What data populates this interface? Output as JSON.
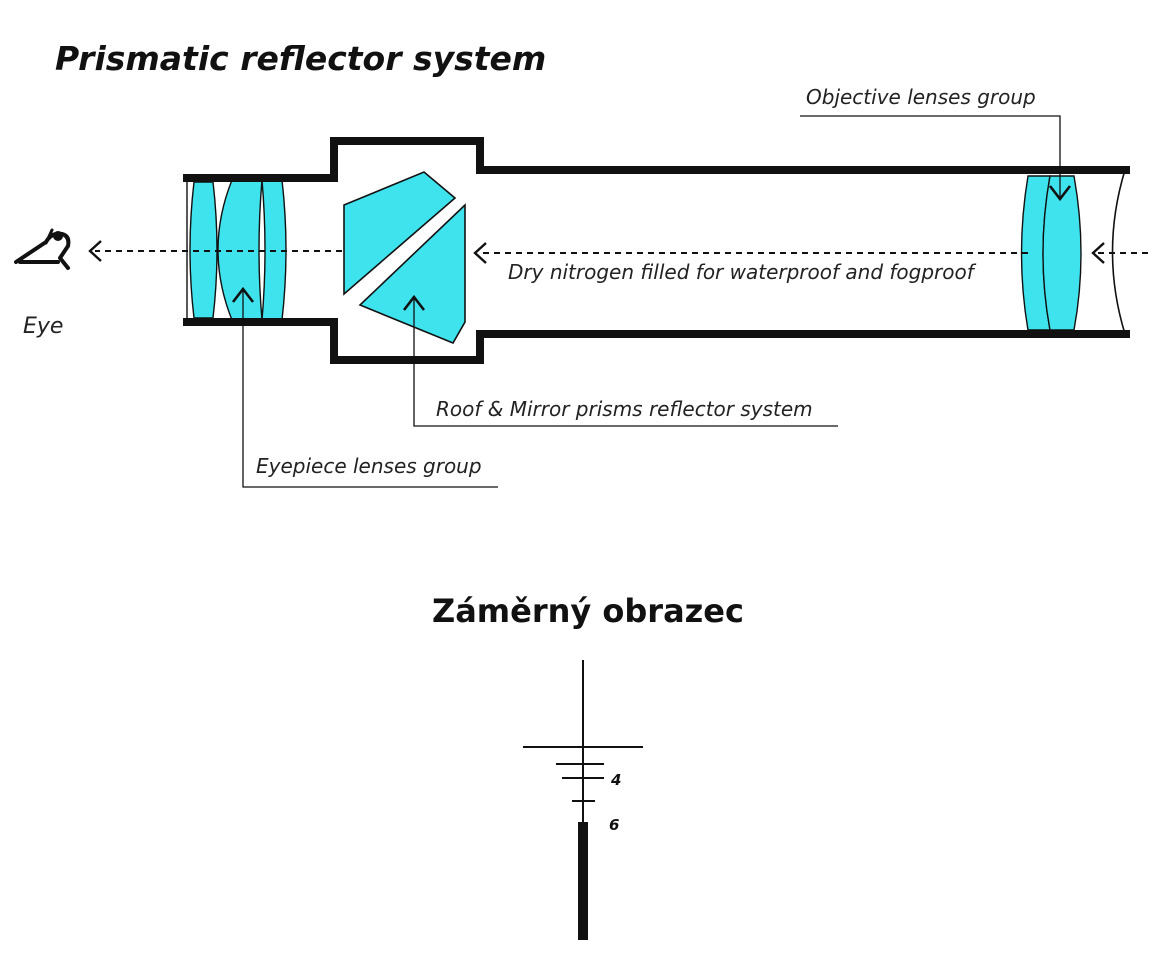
{
  "diagram": {
    "title": "Prismatic reflector system",
    "labels": {
      "eye": "Eye",
      "objective": "Objective lenses group",
      "nitrogen": "Dry nitrogen filled for waterproof and fogproof",
      "prisms": "Roof & Mirror prisms reflector system",
      "eyepiece": "Eyepiece lenses group"
    },
    "colors": {
      "lens_fill": "#3fe3ee",
      "line": "#111111",
      "text": "#222222"
    },
    "icons": [
      "eye-icon"
    ]
  },
  "reticle": {
    "heading": "Záměrný obrazec",
    "marks": [
      "4",
      "6"
    ]
  }
}
